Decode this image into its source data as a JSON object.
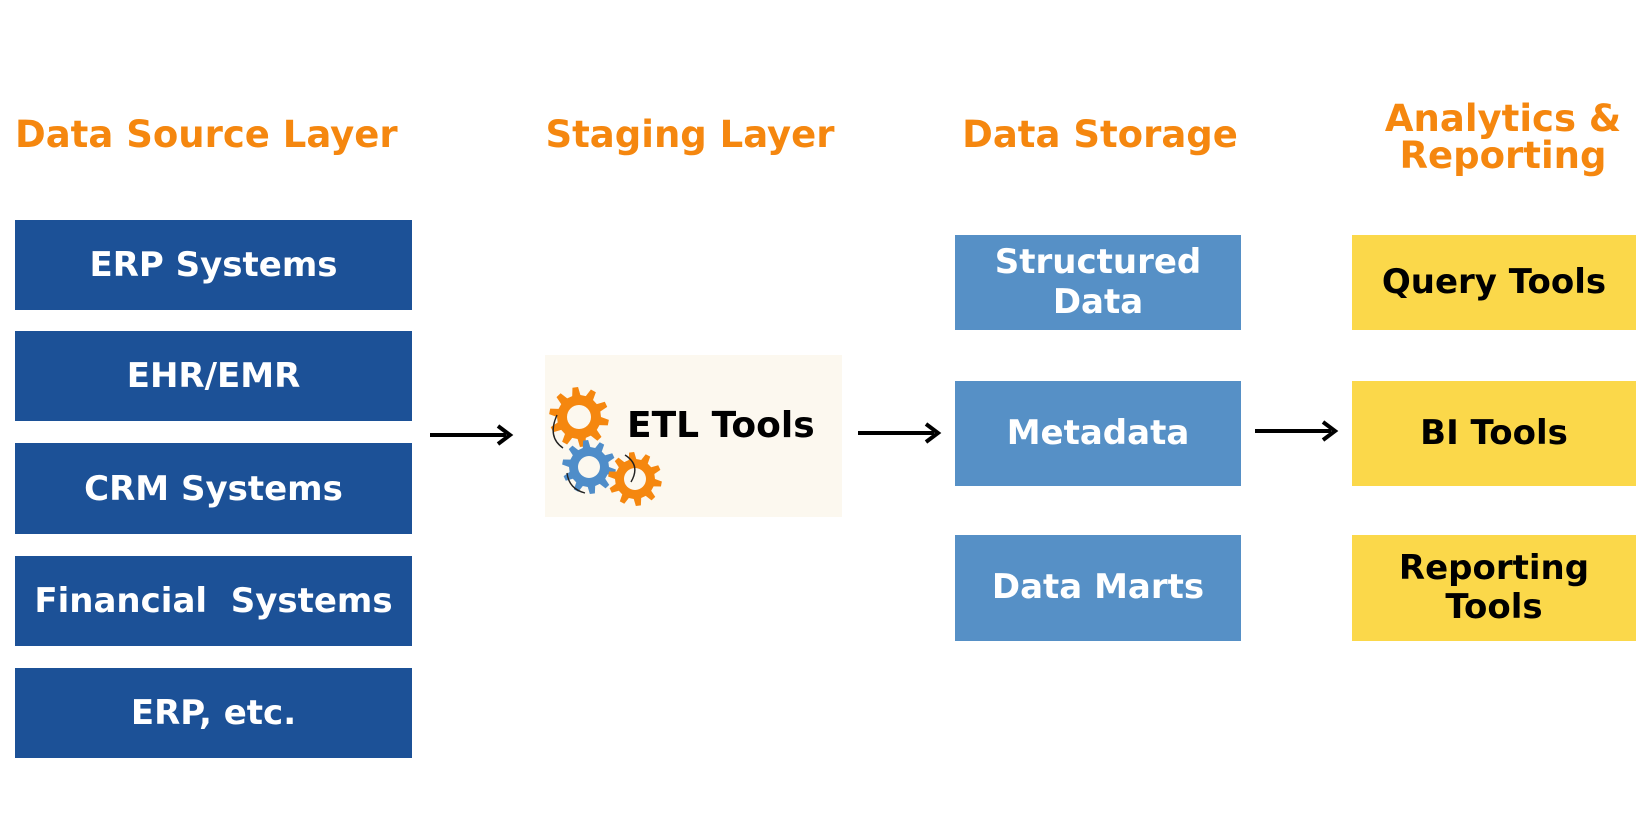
{
  "colors": {
    "title": "#f5870f",
    "source_box": "#1c5197",
    "storage_box": "#5690c6",
    "analytics_box": "#fbd84a",
    "staging_bg": "#fcf8ef",
    "gear_orange": "#f5870f",
    "gear_blue": "#4f8dc9",
    "arrow": "#000000"
  },
  "layers": {
    "source": {
      "title": "Data Source Layer",
      "items": [
        "ERP Systems",
        "EHR/EMR",
        "CRM Systems",
        "Financial  Systems",
        "ERP, etc."
      ]
    },
    "staging": {
      "title": "Staging Layer",
      "tool": {
        "label": "ETL Tools",
        "icon": "gears-icon"
      }
    },
    "storage": {
      "title": "Data Storage",
      "items": [
        "Structured\nData",
        "Metadata",
        "Data Marts"
      ]
    },
    "analytics": {
      "title": "Analytics &\nReporting",
      "items": [
        "Query Tools",
        "BI Tools",
        "Reporting\nTools"
      ]
    }
  },
  "connectors": [
    {
      "from": "source",
      "to": "staging"
    },
    {
      "from": "staging",
      "to": "storage"
    },
    {
      "from": "storage",
      "to": "analytics"
    }
  ]
}
